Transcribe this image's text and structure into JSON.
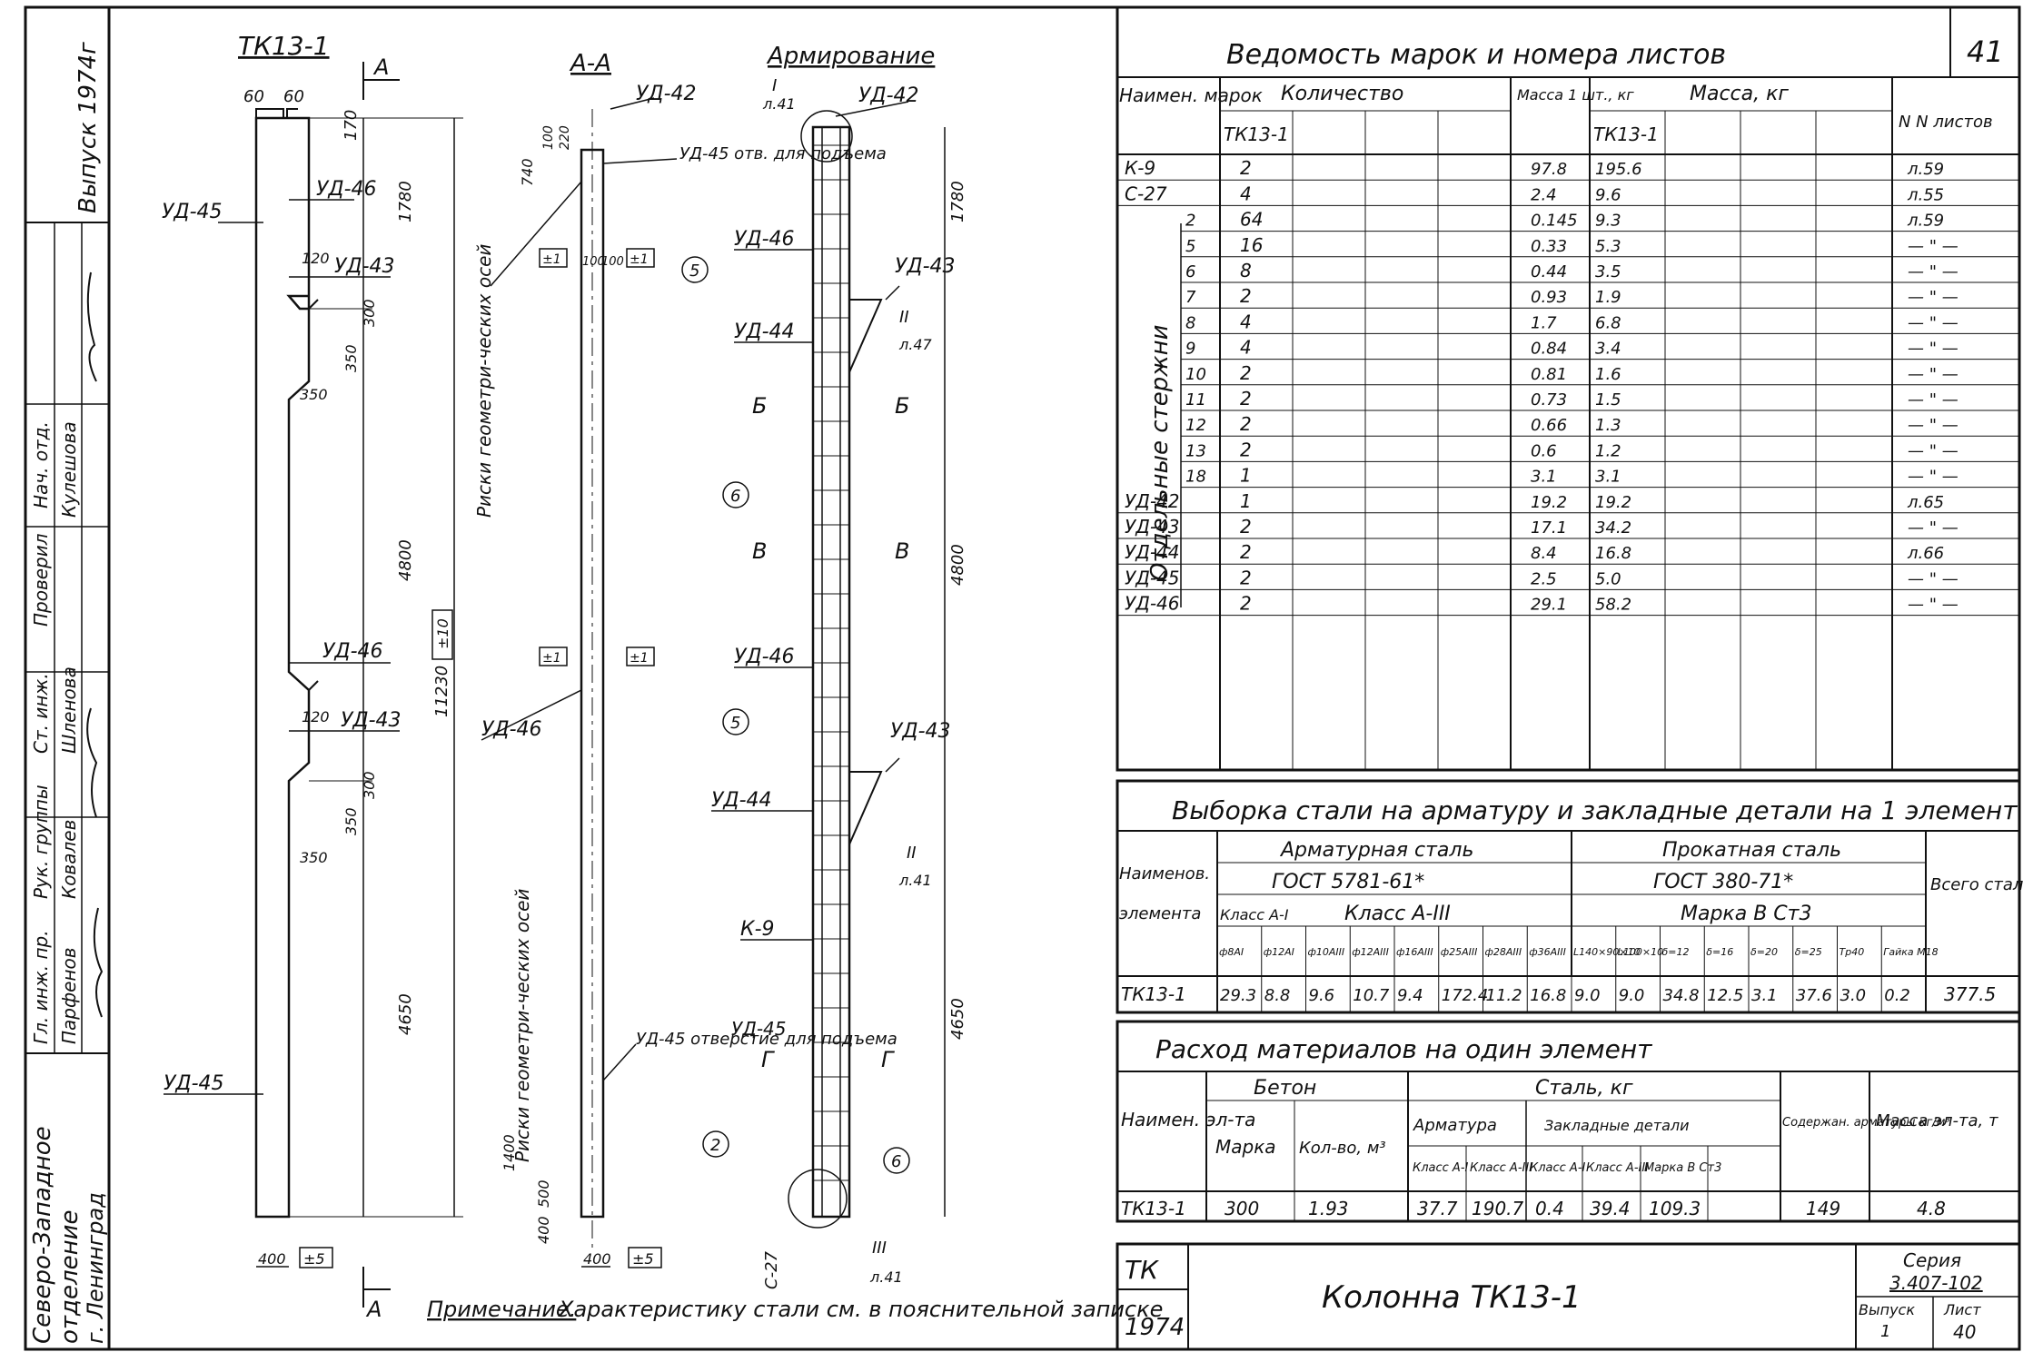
{
  "sheet": {
    "sheet_number": "41",
    "series_label": "Серия",
    "series": "3.407-102",
    "issue_label": "Выпуск",
    "issue": "1",
    "list_label": "Лист",
    "list": "40",
    "code": "ТК",
    "year": "1974",
    "title": "Колонна ТК13-1",
    "note_label": "Примечание.",
    "note_text": "Характеристику стали см. в пояснительной записке"
  },
  "stamp": {
    "issue_vertical": "Выпуск 1974г",
    "org_line1": "Северо-Западное",
    "org_line2": "отделение",
    "org_line3": "г. Ленинград",
    "roles": [
      "Гл. инж. пр.",
      "Рук. группы",
      "Ст. инж.",
      "Проверил",
      "Нач. отд."
    ],
    "names": [
      "Парфенов",
      "Ковалев",
      "Шленова",
      "Кулешова"
    ]
  },
  "drawing": {
    "view1_title": "ТК13-1",
    "view2_title": "А-А",
    "view3_title": "Армирование",
    "section_mark": "А",
    "axes_note": "Риски геометри-ческих осей",
    "hole_note1": "УД-45 отв. для подъема",
    "hole_note2": "УД-45 отверстие для подъема",
    "labels": {
      "ud42": "УД-42",
      "ud43": "УД-43",
      "ud44": "УД-44",
      "ud45": "УД-45",
      "ud46": "УД-46",
      "k9": "К-9",
      "c27": "С-27"
    },
    "dims": {
      "d60a": "60",
      "d60b": "60",
      "d170": "170",
      "d1780": "1780",
      "d120": "120",
      "d300": "300",
      "d350": "350",
      "d4800": "4800",
      "d11230": "11230",
      "d4650": "4650",
      "d400": "400",
      "d740": "740",
      "d100": "100",
      "d220": "220",
      "d1400": "1400",
      "d500": "500",
      "d400b": "400",
      "pm5": "±5",
      "pm10": "±10",
      "pm1": "±1"
    },
    "cuts": {
      "b": "Б",
      "v": "В",
      "g": "Г"
    },
    "callouts": {
      "c2": "2",
      "c5": "5",
      "c6": "6"
    },
    "nodes": {
      "n1": "I",
      "n2": "II",
      "n3": "III",
      "list41": "л.41",
      "list47": "л.47"
    }
  },
  "table1": {
    "title": "Ведомость марок и номера листов",
    "h_name": "Наимен. марок",
    "h_qty": "Количество",
    "h_unit_mass": "Масса 1 шт., кг",
    "h_mass": "Масса, кг",
    "h_sheets": "N N листов",
    "h_sub": "ТК13-1",
    "group_label": "Отдельные стержни",
    "rows": [
      {
        "mark": "К-9",
        "sub": "",
        "qty": "2",
        "unit": "97.8",
        "mass": "195.6",
        "sheet": "л.59"
      },
      {
        "mark": "С-27",
        "sub": "",
        "qty": "4",
        "unit": "2.4",
        "mass": "9.6",
        "sheet": "л.55"
      },
      {
        "mark": "",
        "sub": "2",
        "qty": "64",
        "unit": "0.145",
        "mass": "9.3",
        "sheet": "л.59"
      },
      {
        "mark": "",
        "sub": "5",
        "qty": "16",
        "unit": "0.33",
        "mass": "5.3",
        "sheet": "— \" —"
      },
      {
        "mark": "",
        "sub": "6",
        "qty": "8",
        "unit": "0.44",
        "mass": "3.5",
        "sheet": "— \" —"
      },
      {
        "mark": "",
        "sub": "7",
        "qty": "2",
        "unit": "0.93",
        "mass": "1.9",
        "sheet": "— \" —"
      },
      {
        "mark": "",
        "sub": "8",
        "qty": "4",
        "unit": "1.7",
        "mass": "6.8",
        "sheet": "— \" —"
      },
      {
        "mark": "",
        "sub": "9",
        "qty": "4",
        "unit": "0.84",
        "mass": "3.4",
        "sheet": "— \" —"
      },
      {
        "mark": "",
        "sub": "10",
        "qty": "2",
        "unit": "0.81",
        "mass": "1.6",
        "sheet": "— \" —"
      },
      {
        "mark": "",
        "sub": "11",
        "qty": "2",
        "unit": "0.73",
        "mass": "1.5",
        "sheet": "— \" —"
      },
      {
        "mark": "",
        "sub": "12",
        "qty": "2",
        "unit": "0.66",
        "mass": "1.3",
        "sheet": "— \" —"
      },
      {
        "mark": "",
        "sub": "13",
        "qty": "2",
        "unit": "0.6",
        "mass": "1.2",
        "sheet": "— \" —"
      },
      {
        "mark": "",
        "sub": "18",
        "qty": "1",
        "unit": "3.1",
        "mass": "3.1",
        "sheet": "— \" —"
      },
      {
        "mark": "УД-42",
        "sub": "",
        "qty": "1",
        "unit": "19.2",
        "mass": "19.2",
        "sheet": "л.65"
      },
      {
        "mark": "УД-43",
        "sub": "",
        "qty": "2",
        "unit": "17.1",
        "mass": "34.2",
        "sheet": "— \" —"
      },
      {
        "mark": "УД-44",
        "sub": "",
        "qty": "2",
        "unit": "8.4",
        "mass": "16.8",
        "sheet": "л.66"
      },
      {
        "mark": "УД-45",
        "sub": "",
        "qty": "2",
        "unit": "2.5",
        "mass": "5.0",
        "sheet": "— \" —"
      },
      {
        "mark": "УД-46",
        "sub": "",
        "qty": "2",
        "unit": "29.1",
        "mass": "58.2",
        "sheet": "— \" —"
      }
    ]
  },
  "table2": {
    "title": "Выборка стали на арматуру и закладные детали на 1 элемент",
    "h_name1": "Наименов.",
    "h_name2": "элемента",
    "h_rebar": "Арматурная сталь",
    "h_rebar_gost": "ГОСТ 5781-61*",
    "h_class1": "Класс А-I",
    "h_class3": "Класс А-III",
    "h_rolled": "Прокатная сталь",
    "h_rolled_gost": "ГОСТ 380-71*",
    "h_grade": "Марка В Ст3",
    "h_total": "Всего стали, кг",
    "subheads": [
      "ф8AI",
      "ф12AI",
      "ф10AIII",
      "ф12AIII",
      "ф16AIII",
      "ф25AIII",
      "ф28AIII",
      "ф36AIII",
      "L140×90×10",
      "L100×10",
      "δ=12",
      "δ=16",
      "δ=20",
      "δ=25",
      "Тр40",
      "Гайка М18"
    ],
    "row_name": "ТК13-1",
    "row": [
      "29.3",
      "8.8",
      "9.6",
      "10.7",
      "9.4",
      "172.4",
      "11.2",
      "16.8",
      "9.0",
      "9.0",
      "34.8",
      "12.5",
      "3.1",
      "37.6",
      "3.0",
      "0.2"
    ],
    "row_total": "377.5"
  },
  "table3": {
    "title": "Расход материалов на один элемент",
    "h_name": "Наимен. эл-та",
    "h_concrete": "Бетон",
    "h_grade": "Марка",
    "h_volume": "Кол-во, м³",
    "h_steel": "Сталь, кг",
    "h_rebar": "Арматура",
    "h_embed": "Закладные детали",
    "h_c1": "Класс А-I",
    "h_c3": "Класс А-III",
    "h_c1b": "Класс А-I",
    "h_c3b": "Класс А-III",
    "h_vst": "Марка В Ст3",
    "h_content": "Содержан. арматуры кг/м³",
    "h_mass": "Масса эл-та, т",
    "row": [
      "ТК13-1",
      "300",
      "1.93",
      "37.7",
      "190.7",
      "0.4",
      "39.4",
      "109.3",
      "149",
      "4.8"
    ]
  }
}
